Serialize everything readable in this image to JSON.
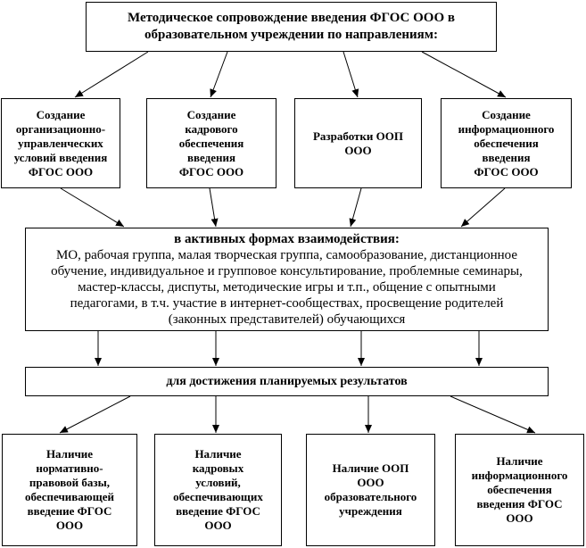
{
  "title": "Методическое  сопровождение введения ФГОС ООО в\nобразовательном учреждении по направлениям:",
  "directions": [
    "Создание\nорганизационно-\nуправленческих\nусловий введения\nФГОС ООО",
    "Создание\nкадрового\nобеспечения\nвведения\nФГОС ООО",
    "Разработки ООП\nООО",
    "Создание\nинформационного\nобеспечения\nвведения\nФГОС ООО"
  ],
  "forms": {
    "heading": "в активных формах взаимодействия:",
    "text": "МО, рабочая группа, малая творческая группа, самообразование, дистанционное\nобучение, индивидуальное и групповое консультирование, проблемные семинары,\nмастер-классы, диспуты, методические игры и т.п., общение с опытными\nпедагогами, в т.ч. участие в интернет-сообществах, просвещение родителей\n(законных представителей) обучающихся"
  },
  "goal": "для достижения планируемых результатов",
  "results": [
    "Наличие\nнормативно-\nправовой базы,\nобеспечивающей\nвведение ФГОС\nООО",
    "Наличие\nкадровых\nусловий,\nобеспечивающих\nвведение ФГОС\nООО",
    "Наличие ООП\nООО\nобразовательного\nучреждения",
    "Наличие\nинформационного\nобеспечения\nвведения ФГОС\nООО"
  ]
}
